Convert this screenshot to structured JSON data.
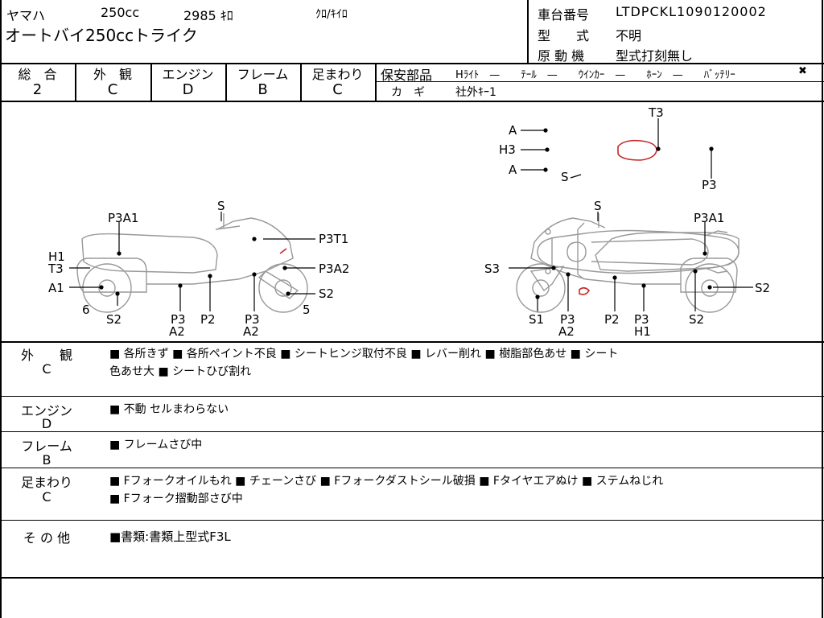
{
  "header": {
    "maker": "ヤマハ",
    "displacement": "250cc",
    "mileage": "2985 ｷﾛ",
    "color": "ｸﾛ/ｷｲﾛ",
    "model": "オートバイ250ccトライク",
    "frame_label": "車台番号",
    "frame_number": "LTDPCKL1090120002",
    "type_label": "型　　式",
    "type_value": "不明",
    "engine_label": "原 動 機",
    "engine_value": "型式打刻無し"
  },
  "grades": {
    "headers": [
      "総　合",
      "外　観",
      "エンジン",
      "フレーム",
      "足まわり"
    ],
    "values": [
      "2",
      "C",
      "D",
      "B",
      "C"
    ]
  },
  "safety": {
    "label": "保安部品",
    "items": "Hﾗｲﾄ　—　　ﾃｰﾙ　—　　ｳｲﾝｶｰ　—　　ﾎｰﾝ　—　　ﾊﾞｯﾃﾘｰ",
    "battery_mark": "✖",
    "key_label": "カ　ギ",
    "key_value": "社外ｷｰ1"
  },
  "diagram": {
    "top": {
      "a1": "A",
      "h3": "H3",
      "a2": "A",
      "s": "S",
      "t3": "T3",
      "p3": "P3"
    },
    "left": {
      "s": "S",
      "p3a1": "P3A1",
      "p3t1": "P3T1",
      "h1": "H1",
      "t3": "T3",
      "p3a2": "P3A2",
      "a1": "A1",
      "s2r": "S2",
      "six": "6",
      "five": "5",
      "s2l": "S2",
      "p3a": "P3",
      "a2a": "A2",
      "p2": "P2",
      "p3b": "P3",
      "a2b": "A2"
    },
    "right": {
      "s": "S",
      "p3a1": "P3A1",
      "s3": "S3",
      "s2r": "S2",
      "s1": "S1",
      "p3a": "P3",
      "a2": "A2",
      "p2": "P2",
      "p3b": "P3",
      "h1": "H1",
      "s2b": "S2"
    }
  },
  "remarks": [
    {
      "label": "外　　観",
      "grade": "C",
      "line1": "■ 各所きず ■ 各所ペイント不良 ■ シートヒンジ取付不良 ■ レバー削れ ■ 樹脂部色あせ ■ シート",
      "line2": "色あせ大 ■ シートひび割れ"
    },
    {
      "label": "エンジン",
      "grade": "D",
      "line1": "■ 不動 セルまわらない",
      "line2": ""
    },
    {
      "label": "フレーム",
      "grade": "B",
      "line1": "■ フレームさび中",
      "line2": ""
    },
    {
      "label": "足まわり",
      "grade": "C",
      "line1": "■ Fフォークオイルもれ ■ チェーンさび ■ Fフォークダストシール破損 ■ Fタイヤエアぬけ ■ ステムねじれ",
      "line2": "■ Fフォーク摺動部さび中"
    },
    {
      "label": "そ の 他",
      "grade": "",
      "line1": "■書類:書類上型式F3L",
      "line2": ""
    }
  ],
  "colors": {
    "damage_mark": "#c62828"
  }
}
